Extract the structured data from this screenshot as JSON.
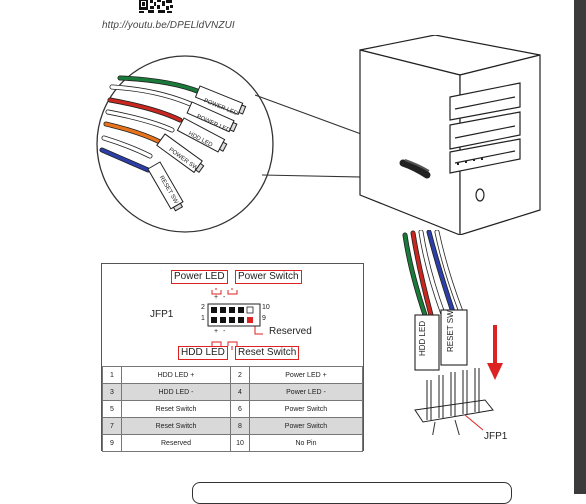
{
  "header": {
    "url": "http://youtu.be/DPELldVNZUI"
  },
  "cables": {
    "labels": [
      "POWER LED",
      "POWER LED",
      "HDD LED",
      "POWER SW",
      "RESET SW"
    ]
  },
  "diagram": {
    "title": "JFP1",
    "group_labels": {
      "power_led": "Power LED",
      "power_switch": "Power Switch",
      "hdd_led": "HDD LED",
      "reset_switch": "Reset Switch"
    },
    "reserved_label": "Reserved",
    "pin_numbers": {
      "top_left": "2",
      "bottom_left": "1",
      "top_right": "10",
      "bottom_right": "9"
    },
    "polarity": {
      "plus": "+",
      "minus": "-"
    }
  },
  "pin_table": [
    {
      "pin_a": "1",
      "desc_a": "HDD LED +",
      "pin_b": "2",
      "desc_b": "Power LED +"
    },
    {
      "pin_a": "3",
      "desc_a": "HDD LED -",
      "pin_b": "4",
      "desc_b": "Power LED -"
    },
    {
      "pin_a": "5",
      "desc_a": "Reset Switch",
      "pin_b": "6",
      "desc_b": "Power Switch"
    },
    {
      "pin_a": "7",
      "desc_a": "Reset Switch",
      "pin_b": "8",
      "desc_b": "Power Switch"
    },
    {
      "pin_a": "9",
      "desc_a": "Reserved",
      "pin_b": "10",
      "desc_b": "No Pin"
    }
  ],
  "connector": {
    "label": "JFP1",
    "plug_labels": [
      "HDD LED",
      "RESET SW"
    ]
  },
  "colors": {
    "accent_red": "#d22222",
    "wire_green": "#1a7a3a",
    "wire_red": "#c8261e",
    "wire_orange": "#e8731d",
    "wire_blue": "#2c3fa8",
    "wire_white": "#ffffff"
  }
}
